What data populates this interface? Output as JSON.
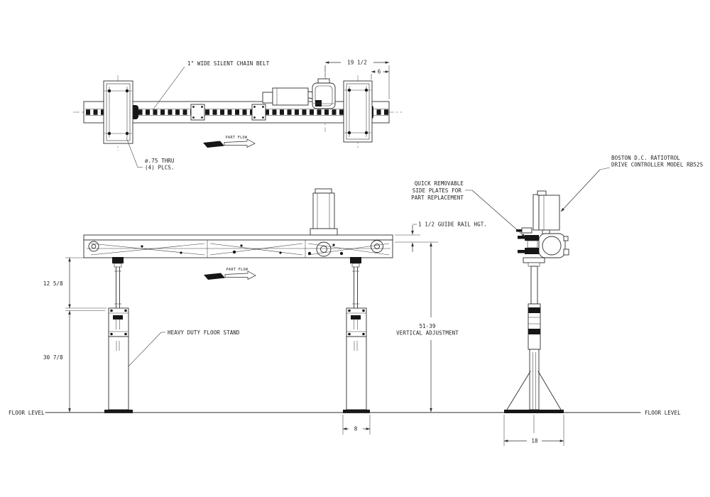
{
  "drawing": {
    "type": "engineering-drawing",
    "subject": "overhead chain belt conveyor with floor stands",
    "colors": {
      "background": "#ffffff",
      "line": "#2d2d2d",
      "dark_fill": "#161616"
    },
    "top_view": {
      "chain_belt_label": "1\" WIDE SILENT CHAIN BELT",
      "holes_label_line1": "ø.75 THRU",
      "holes_label_line2": "(4) PLCS.",
      "part_flow_label": "PART FLOW",
      "dim_motor_to_end": "19 1/2",
      "dim_plate_to_end": "6"
    },
    "front_view": {
      "guide_rail_dim_label": "1 1/2 GUIDE RAIL HGT.",
      "floor_stand_label": "HEAVY DUTY FLOOR STAND",
      "part_flow_label": "PART FLOW",
      "dim_spindle_exposure": "12 5/8",
      "dim_stand_height": "30 7/8",
      "dim_base_width": "8",
      "vertical_adjustment_line1": "51-39",
      "vertical_adjustment_line2": "VERTICAL ADJUSTMENT",
      "floor_level_label": "FLOOR LEVEL"
    },
    "end_view": {
      "controller_label_line1": "BOSTON D.C. RATIOTROL",
      "controller_label_line2": "DRIVE CONTROLLER MODEL RB52S",
      "side_plates_label_line1": "QUICK REMOVABLE",
      "side_plates_label_line2": "SIDE PLATES FOR",
      "side_plates_label_line3": "PART REPLACEMENT",
      "dim_base_width": "18",
      "floor_level_label": "FLOOR LEVEL"
    }
  }
}
